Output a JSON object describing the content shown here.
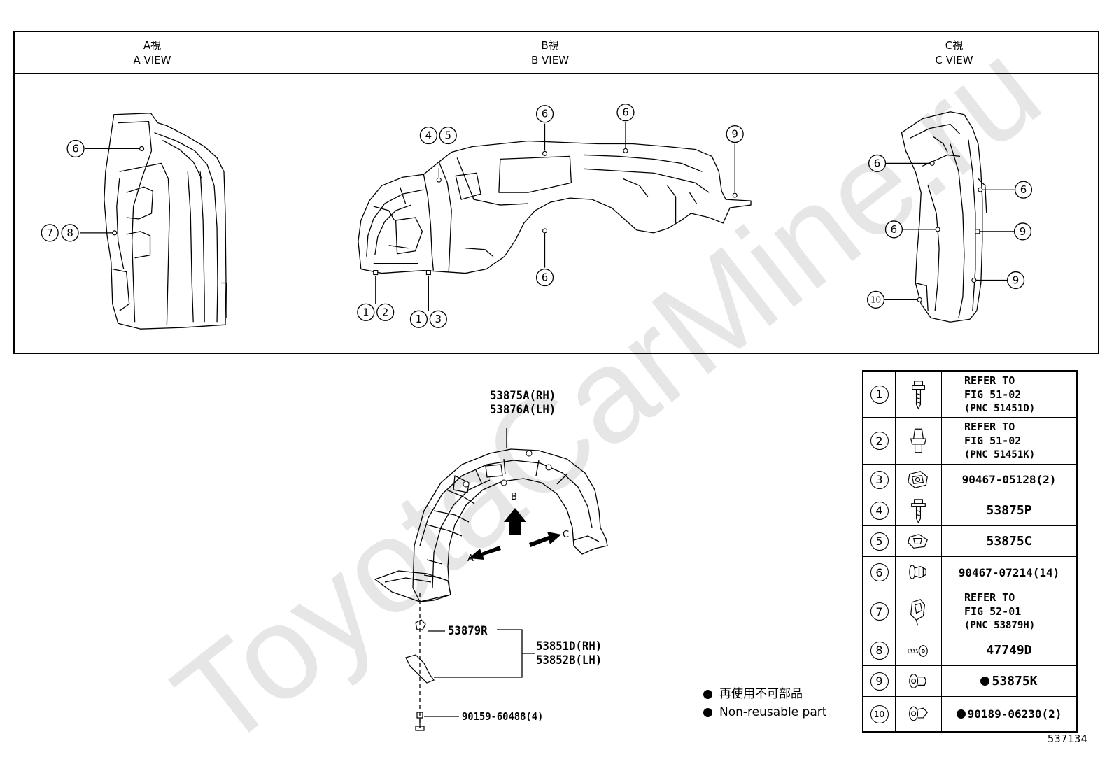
{
  "views": [
    {
      "jp": "A視",
      "en": "A VIEW"
    },
    {
      "jp": "B視",
      "en": "B VIEW"
    },
    {
      "jp": "C視",
      "en": "C VIEW"
    }
  ],
  "callouts": {
    "a": [
      "6",
      "7",
      "8"
    ],
    "b": [
      "4",
      "5",
      "6",
      "6",
      "9",
      "6",
      "1",
      "2",
      "1",
      "3"
    ],
    "c": [
      "6",
      "6",
      "6",
      "9",
      "9",
      "10"
    ]
  },
  "main_parts": {
    "liner_rh": "53875A(RH)",
    "liner_lh": "53876A(LH)",
    "nut": "53879R",
    "bracket_rh": "53851D(RH)",
    "bracket_lh": "53852B(LH)",
    "bolt": "90159-60488(4)",
    "arrow_a": "A",
    "arrow_b": "B",
    "arrow_c": "C"
  },
  "legend": [
    {
      "num": "1",
      "icon": "screw-grommet-icon",
      "type": "ref",
      "l1": "REFER TO",
      "l2": "FIG 51-02",
      "l3": "(PNC 51451D)"
    },
    {
      "num": "2",
      "icon": "push-clip-icon",
      "type": "ref",
      "l1": "REFER TO",
      "l2": "FIG 51-02",
      "l3": "(PNC 51451K)"
    },
    {
      "num": "3",
      "icon": "clip-nut-icon",
      "type": "part",
      "text": "90467-05128(2)",
      "small": true
    },
    {
      "num": "4",
      "icon": "tapping-screw-icon",
      "type": "part",
      "text": "53875P"
    },
    {
      "num": "5",
      "icon": "spring-nut-icon",
      "type": "part",
      "text": "53875C"
    },
    {
      "num": "6",
      "icon": "rivet-clip-icon",
      "type": "part",
      "text": "90467-07214(14)",
      "small": true
    },
    {
      "num": "7",
      "icon": "fastener-icon",
      "type": "ref",
      "l1": "REFER TO",
      "l2": "FIG 52-01",
      "l3": "(PNC 53879H)"
    },
    {
      "num": "8",
      "icon": "screw-icon",
      "type": "part",
      "text": "47749D"
    },
    {
      "num": "9",
      "icon": "grommet-icon",
      "type": "part",
      "text": "53875K",
      "dot": true
    },
    {
      "num": "10",
      "icon": "grommet-clip-icon",
      "type": "part",
      "text": "90189-06230(2)",
      "dot": true,
      "small": true
    }
  ],
  "notes": {
    "jp": "再使用不可部品",
    "en": "Non-reusable part"
  },
  "figure_number": "537134",
  "watermark": "ToyotaCarMine.ru"
}
